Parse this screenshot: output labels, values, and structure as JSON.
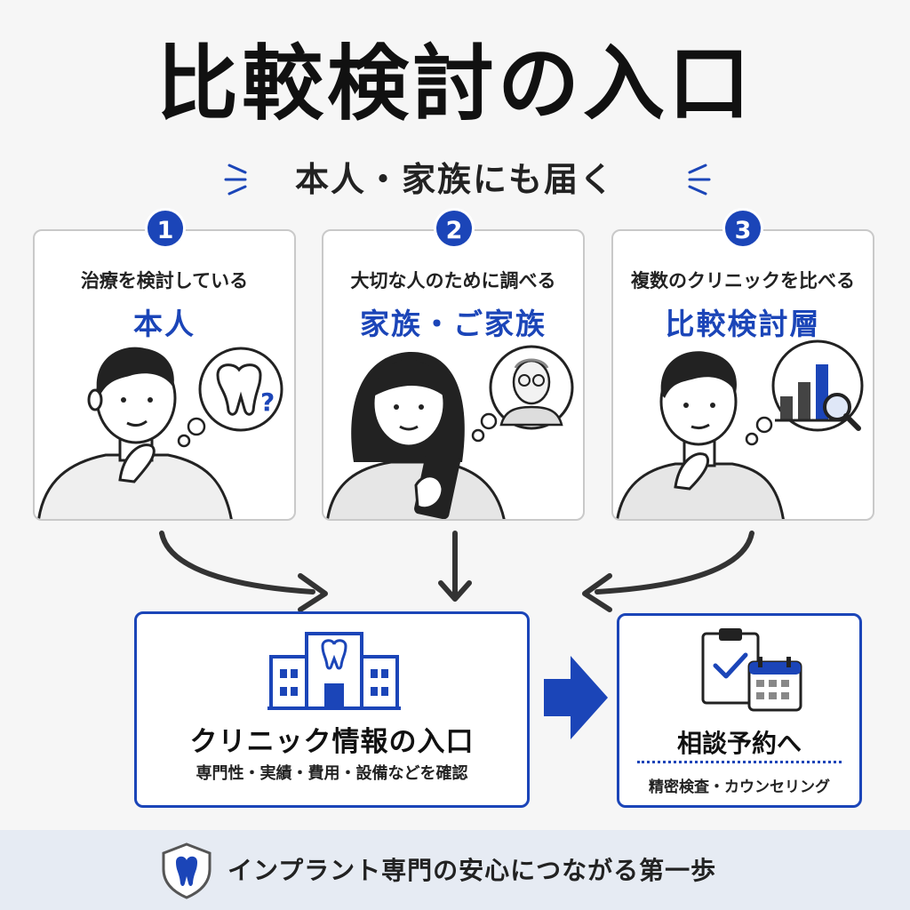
{
  "title": "比較検討の入口",
  "subtitle": "本人・家族にも届く",
  "cards": [
    {
      "number": "1",
      "caption": "治療を検討している",
      "audience": "本人"
    },
    {
      "number": "2",
      "caption": "大切な人のために調べる",
      "audience": "家族・ご家族"
    },
    {
      "number": "3",
      "caption": "複数のクリニックを比べる",
      "audience": "比較検討層"
    }
  ],
  "main_box": {
    "heading": "クリニック情報の入口",
    "details": "専門性・実績・費用・設備などを確認"
  },
  "side_box": {
    "heading": "相談予約へ",
    "details": "精密検査・カウンセリング"
  },
  "footer": {
    "text": "インプラント専門の安心につながる第一歩"
  },
  "colors": {
    "accent": "#1b45b8",
    "footer_bg": "#e6ebf3"
  },
  "icons": [
    "tooth-icon",
    "question-icon",
    "elderly-person-icon",
    "smartphone-icon",
    "bar-chart-icon",
    "magnifier-icon",
    "clinic-building-icon",
    "clipboard-check-icon",
    "calendar-icon",
    "shield-tooth-icon"
  ]
}
